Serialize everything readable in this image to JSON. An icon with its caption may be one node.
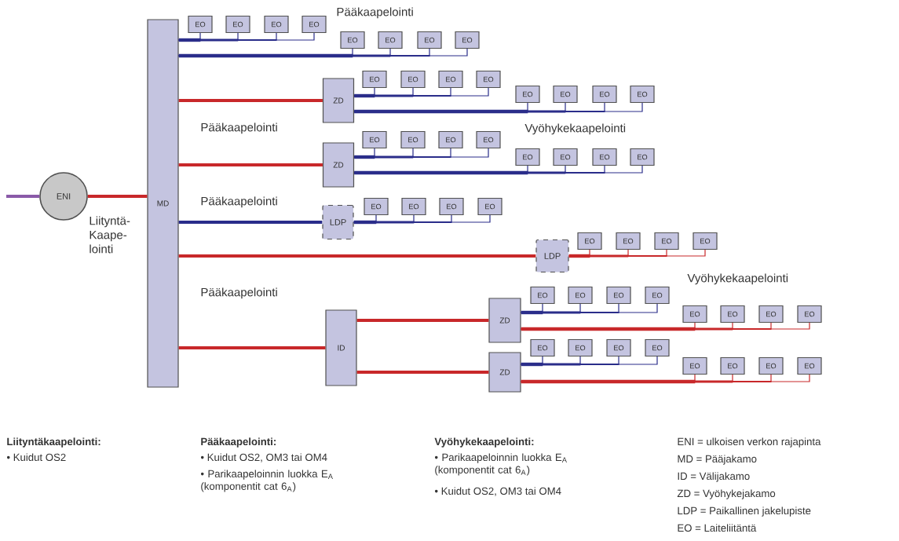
{
  "diagram": {
    "nodes": [
      {
        "text": [
          "ENI"
        ]
      },
      {
        "text": [
          "MD"
        ]
      },
      {
        "text": [
          "EO"
        ]
      },
      {
        "text": [
          "EO"
        ]
      },
      {
        "text": [
          "EO"
        ]
      },
      {
        "text": [
          "EO"
        ]
      },
      {
        "text": [
          "EO"
        ]
      },
      {
        "text": [
          "EO"
        ]
      },
      {
        "text": [
          "EO"
        ]
      },
      {
        "text": [
          "EO"
        ]
      },
      {
        "text": [
          "ZD"
        ]
      },
      {
        "text": [
          "EO"
        ]
      },
      {
        "text": [
          "EO"
        ]
      },
      {
        "text": [
          "EO"
        ]
      },
      {
        "text": [
          "EO"
        ]
      },
      {
        "text": [
          "EO"
        ]
      },
      {
        "text": [
          "EO"
        ]
      },
      {
        "text": [
          "EO"
        ]
      },
      {
        "text": [
          "EO"
        ]
      },
      {
        "text": [
          "ZD"
        ]
      },
      {
        "text": [
          "EO"
        ]
      },
      {
        "text": [
          "EO"
        ]
      },
      {
        "text": [
          "EO"
        ]
      },
      {
        "text": [
          "EO"
        ]
      },
      {
        "text": [
          "EO"
        ]
      },
      {
        "text": [
          "EO"
        ]
      },
      {
        "text": [
          "EO"
        ]
      },
      {
        "text": [
          "EO"
        ]
      },
      {
        "text": [
          "LDP"
        ]
      },
      {
        "text": [
          "EO"
        ]
      },
      {
        "text": [
          "EO"
        ]
      },
      {
        "text": [
          "EO"
        ]
      },
      {
        "text": [
          "EO"
        ]
      },
      {
        "text": [
          "LDP"
        ]
      },
      {
        "text": [
          "EO"
        ]
      },
      {
        "text": [
          "EO"
        ]
      },
      {
        "text": [
          "EO"
        ]
      },
      {
        "text": [
          "EO"
        ]
      },
      {
        "text": [
          "ID"
        ]
      },
      {
        "text": [
          "ZD"
        ]
      },
      {
        "text": [
          "EO"
        ]
      },
      {
        "text": [
          "EO"
        ]
      },
      {
        "text": [
          "EO"
        ]
      },
      {
        "text": [
          "EO"
        ]
      },
      {
        "text": [
          "EO"
        ]
      },
      {
        "text": [
          "EO"
        ]
      },
      {
        "text": [
          "EO"
        ]
      },
      {
        "text": [
          "EO"
        ]
      },
      {
        "text": [
          "ZD"
        ]
      },
      {
        "text": [
          "EO"
        ]
      },
      {
        "text": [
          "EO"
        ]
      },
      {
        "text": [
          "EO"
        ]
      },
      {
        "text": [
          "EO"
        ]
      },
      {
        "text": [
          "EO"
        ]
      },
      {
        "text": [
          "EO"
        ]
      },
      {
        "text": [
          "EO"
        ]
      },
      {
        "text": [
          "EO"
        ]
      }
    ],
    "edges": [
      {
        "from": null,
        "to": 0,
        "arrow": "none",
        "style": "thick",
        "color": "#8a5aa8"
      },
      {
        "from": 0,
        "to": 1,
        "arrow": "none",
        "style": "thick",
        "color": "#c8282a"
      },
      {
        "from": 1,
        "to": 2,
        "arrow": "none"
      },
      {
        "from": 1,
        "to": 3,
        "arrow": "none"
      },
      {
        "from": 1,
        "to": 4,
        "arrow": "none"
      },
      {
        "from": 1,
        "to": 5,
        "arrow": "none"
      },
      {
        "from": 1,
        "to": 6,
        "arrow": "none"
      },
      {
        "from": 1,
        "to": 7,
        "arrow": "none"
      },
      {
        "from": 1,
        "to": 8,
        "arrow": "none"
      },
      {
        "from": 1,
        "to": 9,
        "arrow": "none"
      },
      {
        "from": 1,
        "to": 10,
        "arrow": "none",
        "style": "thick",
        "color": "#c8282a"
      },
      {
        "from": 10,
        "to": 11,
        "arrow": "none"
      },
      {
        "from": 10,
        "to": 12,
        "arrow": "none"
      },
      {
        "from": 10,
        "to": 13,
        "arrow": "none"
      },
      {
        "from": 10,
        "to": 14,
        "arrow": "none"
      },
      {
        "from": 10,
        "to": 15,
        "arrow": "none"
      },
      {
        "from": 10,
        "to": 16,
        "arrow": "none"
      },
      {
        "from": 10,
        "to": 17,
        "arrow": "none"
      },
      {
        "from": 10,
        "to": 18,
        "arrow": "none"
      },
      {
        "from": 1,
        "to": 19,
        "arrow": "none",
        "style": "thick",
        "color": "#c8282a"
      },
      {
        "from": 19,
        "to": 20,
        "arrow": "none"
      },
      {
        "from": 19,
        "to": 21,
        "arrow": "none"
      },
      {
        "from": 19,
        "to": 22,
        "arrow": "none"
      },
      {
        "from": 19,
        "to": 23,
        "arrow": "none"
      },
      {
        "from": 19,
        "to": 24,
        "arrow": "none"
      },
      {
        "from": 19,
        "to": 25,
        "arrow": "none"
      },
      {
        "from": 19,
        "to": 26,
        "arrow": "none"
      },
      {
        "from": 19,
        "to": 27,
        "arrow": "none"
      },
      {
        "from": 1,
        "to": 28,
        "arrow": "none",
        "style": "thick"
      },
      {
        "from": 28,
        "to": 29,
        "arrow": "none"
      },
      {
        "from": 28,
        "to": 30,
        "arrow": "none"
      },
      {
        "from": 28,
        "to": 31,
        "arrow": "none"
      },
      {
        "from": 28,
        "to": 32,
        "arrow": "none"
      },
      {
        "from": 1,
        "to": 33,
        "arrow": "none",
        "style": "thick",
        "color": "#c8282a"
      },
      {
        "from": 33,
        "to": 34,
        "arrow": "none",
        "color": "#c8282a"
      },
      {
        "from": 33,
        "to": 35,
        "arrow": "none",
        "color": "#c8282a"
      },
      {
        "from": 33,
        "to": 36,
        "arrow": "none",
        "color": "#c8282a"
      },
      {
        "from": 33,
        "to": 37,
        "arrow": "none",
        "color": "#c8282a"
      },
      {
        "from": 1,
        "to": 38,
        "arrow": "none",
        "style": "thick",
        "color": "#c8282a"
      },
      {
        "from": 38,
        "to": 39,
        "arrow": "none",
        "style": "thick",
        "color": "#c8282a"
      },
      {
        "from": 39,
        "to": 40,
        "arrow": "none"
      },
      {
        "from": 39,
        "to": 41,
        "arrow": "none"
      },
      {
        "from": 39,
        "to": 42,
        "arrow": "none"
      },
      {
        "from": 39,
        "to": 43,
        "arrow": "none"
      },
      {
        "from": 39,
        "to": 44,
        "arrow": "none",
        "color": "#c8282a"
      },
      {
        "from": 39,
        "to": 45,
        "arrow": "none",
        "color": "#c8282a"
      },
      {
        "from": 39,
        "to": 46,
        "arrow": "none",
        "color": "#c8282a"
      },
      {
        "from": 39,
        "to": 47,
        "arrow": "none",
        "color": "#c8282a"
      },
      {
        "from": 38,
        "to": 48,
        "arrow": "none",
        "style": "thick",
        "color": "#c8282a"
      },
      {
        "from": 48,
        "to": 49,
        "arrow": "none"
      },
      {
        "from": 48,
        "to": 50,
        "arrow": "none"
      },
      {
        "from": 48,
        "to": 51,
        "arrow": "none"
      },
      {
        "from": 48,
        "to": 52,
        "arrow": "none"
      },
      {
        "from": 48,
        "to": 53,
        "arrow": "none",
        "color": "#c8282a"
      },
      {
        "from": 48,
        "to": 54,
        "arrow": "none",
        "color": "#c8282a"
      },
      {
        "from": 48,
        "to": 55,
        "arrow": "none",
        "color": "#c8282a"
      },
      {
        "from": 48,
        "to": 56,
        "arrow": "none",
        "color": "#c8282a"
      }
    ],
    "labels": [
      "Pääkaapelointi",
      "Pääkaapelointi",
      "Vyöhykekaapelointi",
      "Pääkaapelointi",
      "Liityntä- Kaape- lointi",
      "Vyöhykekaapelointi",
      "Pääkaapelointi",
      "Liityntäkaapelointi:",
      "• Kuidut OS2",
      "Pääkaapelointi:",
      "• Kuidut OS2, OM3 tai OM4",
      "• Parikaapeloinnin luokka E$_{A}$ (komponentit cat 6$_{A}$)",
      "Vyöhykekaapelointi:",
      "• Parikaapeloinnin luokka E$_{A}$ (komponentit cat 6$_{A}$)",
      "• Kuidut OS2, OM3 tai OM4",
      "ENI = ulkoisen verkon rajapinta",
      "MD = Pääjakamo",
      "ID = Välijakamo",
      "ZD = Vyöhykejakamo",
      "LDP = Paikallinen jakelupiste",
      "EO = Laiteliitäntä"
    ]
  }
}
